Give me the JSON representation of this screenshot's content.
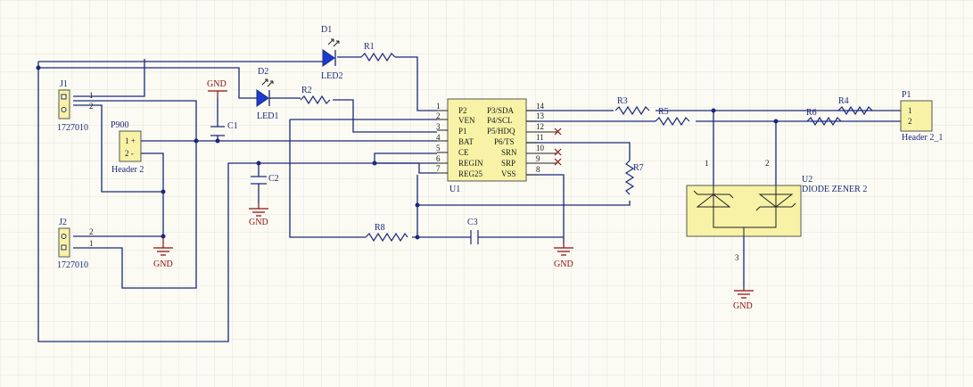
{
  "components": {
    "d1": {
      "ref": "D1",
      "name": "LED2"
    },
    "d2": {
      "ref": "D2",
      "name": "LED1"
    },
    "r1": "R1",
    "r2": "R2",
    "r3": "R3",
    "r4": "R4",
    "r5": "R5",
    "r6": "R6",
    "r7": "R7",
    "r8": "R8",
    "c1": "C1",
    "c2": "C2",
    "c3": "C3",
    "j1": {
      "ref": "J1",
      "part": "1727010",
      "pins": [
        "1",
        "2"
      ]
    },
    "j2": {
      "ref": "J2",
      "part": "1727010",
      "pins": [
        "2",
        "1"
      ]
    },
    "p900": {
      "ref": "P900",
      "name": "Header 2",
      "pins": [
        "1 +",
        "2 -"
      ]
    },
    "p1": {
      "ref": "P1",
      "name": "Header 2_1",
      "pins": [
        "1",
        "2"
      ]
    },
    "u2": {
      "ref": "U2",
      "name": "DIODE ZENER 2",
      "pins": [
        "1",
        "2",
        "3"
      ]
    },
    "u1": {
      "ref": "U1",
      "left_pins": [
        {
          "num": "1",
          "name": "P2"
        },
        {
          "num": "2",
          "name": "VEN"
        },
        {
          "num": "3",
          "name": "P1"
        },
        {
          "num": "4",
          "name": "BAT"
        },
        {
          "num": "5",
          "name": "CE"
        },
        {
          "num": "6",
          "name": "REGIN"
        },
        {
          "num": "7",
          "name": "REG25"
        }
      ],
      "right_pins": [
        {
          "num": "14",
          "name": "P3/SDA"
        },
        {
          "num": "13",
          "name": "P4/SCL"
        },
        {
          "num": "12",
          "name": "P5/HDQ"
        },
        {
          "num": "11",
          "name": "P6/TS"
        },
        {
          "num": "10",
          "name": "SRN"
        },
        {
          "num": "9",
          "name": "SRP"
        },
        {
          "num": "8",
          "name": "VSS"
        }
      ]
    }
  },
  "gnd_label": "GND",
  "colors": {
    "wire": "#1a2a7a",
    "ground": "#8a1010",
    "component_fill": "#f7f2a6",
    "grid": "#e6e6dc"
  }
}
